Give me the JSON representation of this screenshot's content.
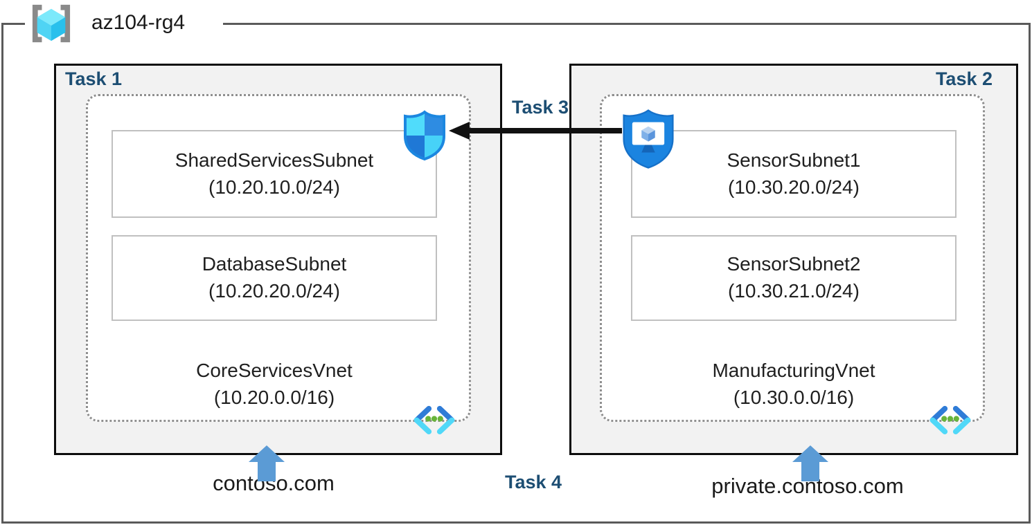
{
  "resource_group": {
    "name": "az104-rg4"
  },
  "left_box": {
    "task_label": "Task 1",
    "vnet_name": "CoreServicesVnet",
    "vnet_cidr": "(10.20.0.0/16)",
    "subnets": [
      {
        "name": "SharedServicesSubnet",
        "cidr": "(10.20.10.0/24)"
      },
      {
        "name": "DatabaseSubnet",
        "cidr": "(10.20.20.0/24)"
      }
    ],
    "domain_label": "contoso.com"
  },
  "right_box": {
    "task_label": "Task 2",
    "vnet_name": "ManufacturingVnet",
    "vnet_cidr": "(10.30.0.0/16)",
    "subnets": [
      {
        "name": "SensorSubnet1",
        "cidr": "(10.30.20.0/24)"
      },
      {
        "name": "SensorSubnet2",
        "cidr": "(10.30.21.0/24)"
      }
    ],
    "domain_label": "private.contoso.com"
  },
  "connector": {
    "task_label": "Task 3"
  },
  "footer": {
    "task_label": "Task 4"
  },
  "icons": {
    "resource_group": "resource-group-icon",
    "left_shield": "network-security-group-icon",
    "right_shield": "bastion-icon",
    "vnet": "virtual-network-icon",
    "up_arrow": "blue-up-arrow",
    "connector_arrow": "black-left-arrow"
  },
  "colors": {
    "task_label": "#1d4e73",
    "box_fill": "#f2f2f2",
    "arrow_blue": "#5b9bd5",
    "arrow_black": "#111111",
    "nsg_light": "#50dcfb",
    "nsg_blue": "#2381dd",
    "bastion_blue": "#1b84e0",
    "vnet_green": "#68b43b"
  }
}
